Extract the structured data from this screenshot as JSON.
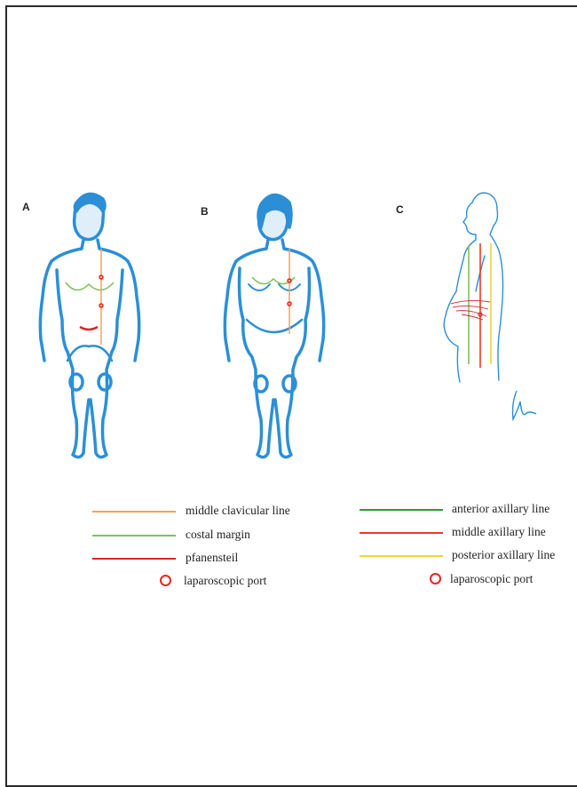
{
  "panels": {
    "a": {
      "label": "A"
    },
    "b": {
      "label": "B"
    },
    "c": {
      "label": "C"
    }
  },
  "legend_left": [
    {
      "text": "middle clavicular line",
      "color": "#f4a258"
    },
    {
      "text": "costal margin",
      "color": "#7cc257"
    },
    {
      "text": "pfanensteil",
      "color": "#d7262c"
    },
    {
      "text": "laparoscopic port",
      "color": "#e8261f",
      "marker": "circle"
    }
  ],
  "legend_right": [
    {
      "text": "anterior axillary line",
      "color": "#2e9b3c"
    },
    {
      "text": "middle axillary line",
      "color": "#e83a26"
    },
    {
      "text": "posterior axillary line",
      "color": "#f3d431"
    },
    {
      "text": "laparoscopic port",
      "color": "#e8261f",
      "marker": "circle"
    }
  ],
  "colors": {
    "body_outline": "#2b8fd6",
    "frame": "#2a2a2a"
  }
}
